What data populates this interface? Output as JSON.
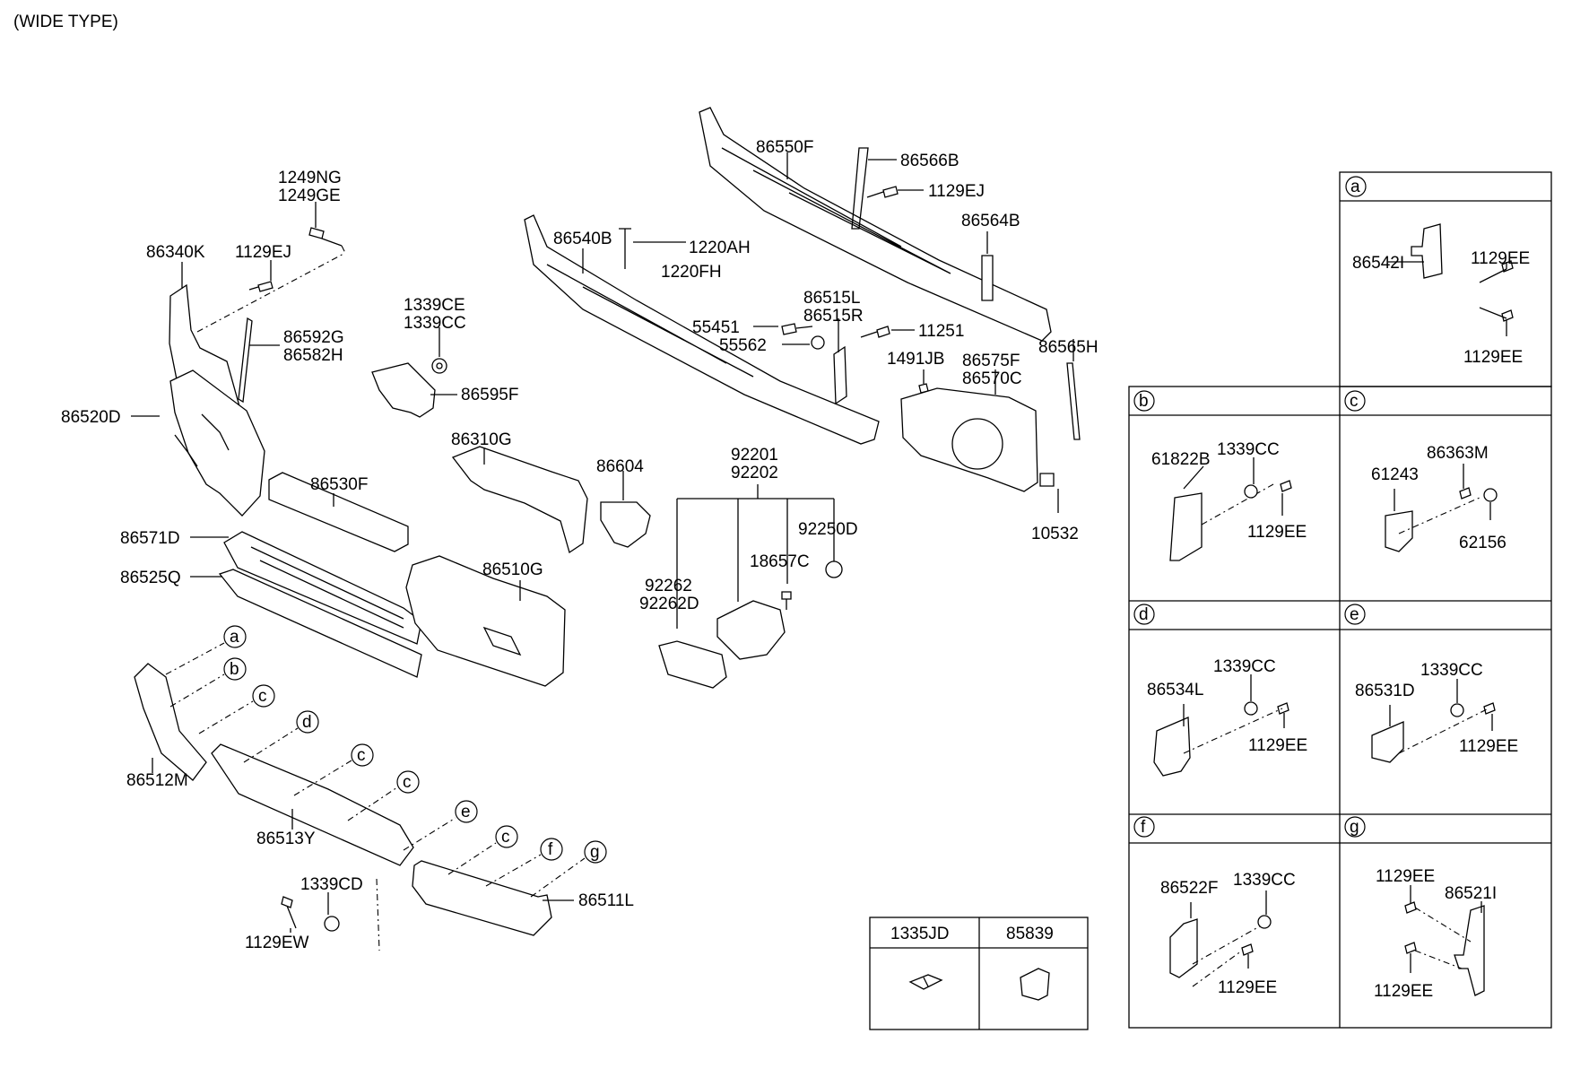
{
  "title": "(WIDE TYPE)",
  "labels": {
    "l_1249NG": "1249NG",
    "l_1249GE": "1249GE",
    "l_86340K": "86340K",
    "l_1129EJ_a": "1129EJ",
    "l_86592G": "86592G",
    "l_86582H": "86582H",
    "l_86520D": "86520D",
    "l_1339CE": "1339CE",
    "l_1339CC_a": "1339CC",
    "l_86595F": "86595F",
    "l_86310G": "86310G",
    "l_86530F": "86530F",
    "l_86571D": "86571D",
    "l_86525Q": "86525Q",
    "l_86510G": "86510G",
    "l_86512M": "86512M",
    "l_86513Y": "86513Y",
    "l_1339CD": "1339CD",
    "l_1129EW": "1129EW",
    "l_86511L": "86511L",
    "l_86550F": "86550F",
    "l_86566B": "86566B",
    "l_1129EJ_b": "1129EJ",
    "l_86564B": "86564B",
    "l_86540B": "86540B",
    "l_1220AH": "1220AH",
    "l_1220FH": "1220FH",
    "l_86515L": "86515L",
    "l_86515R": "86515R",
    "l_55451": "55451",
    "l_55562": "55562",
    "l_11251": "11251",
    "l_1491JB": "1491JB",
    "l_86575F": "86575F",
    "l_86570C": "86570C",
    "l_86565H": "86565H",
    "l_10532": "10532",
    "l_86604": "86604",
    "l_92201": "92201",
    "l_92202": "92202",
    "l_92250D": "92250D",
    "l_18657C": "18657C",
    "l_92262": "92262",
    "l_92262D": "92262D"
  },
  "callouts": [
    "a",
    "b",
    "c",
    "d",
    "c",
    "c",
    "e",
    "c",
    "f",
    "g"
  ],
  "fastener_table": {
    "col1": "1335JD",
    "col2": "85839"
  },
  "detail_panels": {
    "a": {
      "letter": "a",
      "p1": "86542I",
      "p2": "1129EE",
      "p3": "1129EE"
    },
    "b": {
      "letter": "b",
      "p1": "61822B",
      "p2": "1339CC",
      "p3": "1129EE"
    },
    "c": {
      "letter": "c",
      "p1": "61243",
      "p2": "86363M",
      "p3": "62156"
    },
    "d": {
      "letter": "d",
      "p1": "86534L",
      "p2": "1339CC",
      "p3": "1129EE"
    },
    "e": {
      "letter": "e",
      "p1": "86531D",
      "p2": "1339CC",
      "p3": "1129EE"
    },
    "f": {
      "letter": "f",
      "p1": "86522F",
      "p2": "1339CC",
      "p3": "1129EE"
    },
    "g": {
      "letter": "g",
      "p1": "1129EE",
      "p2": "86521I",
      "p3": "1129EE"
    }
  }
}
